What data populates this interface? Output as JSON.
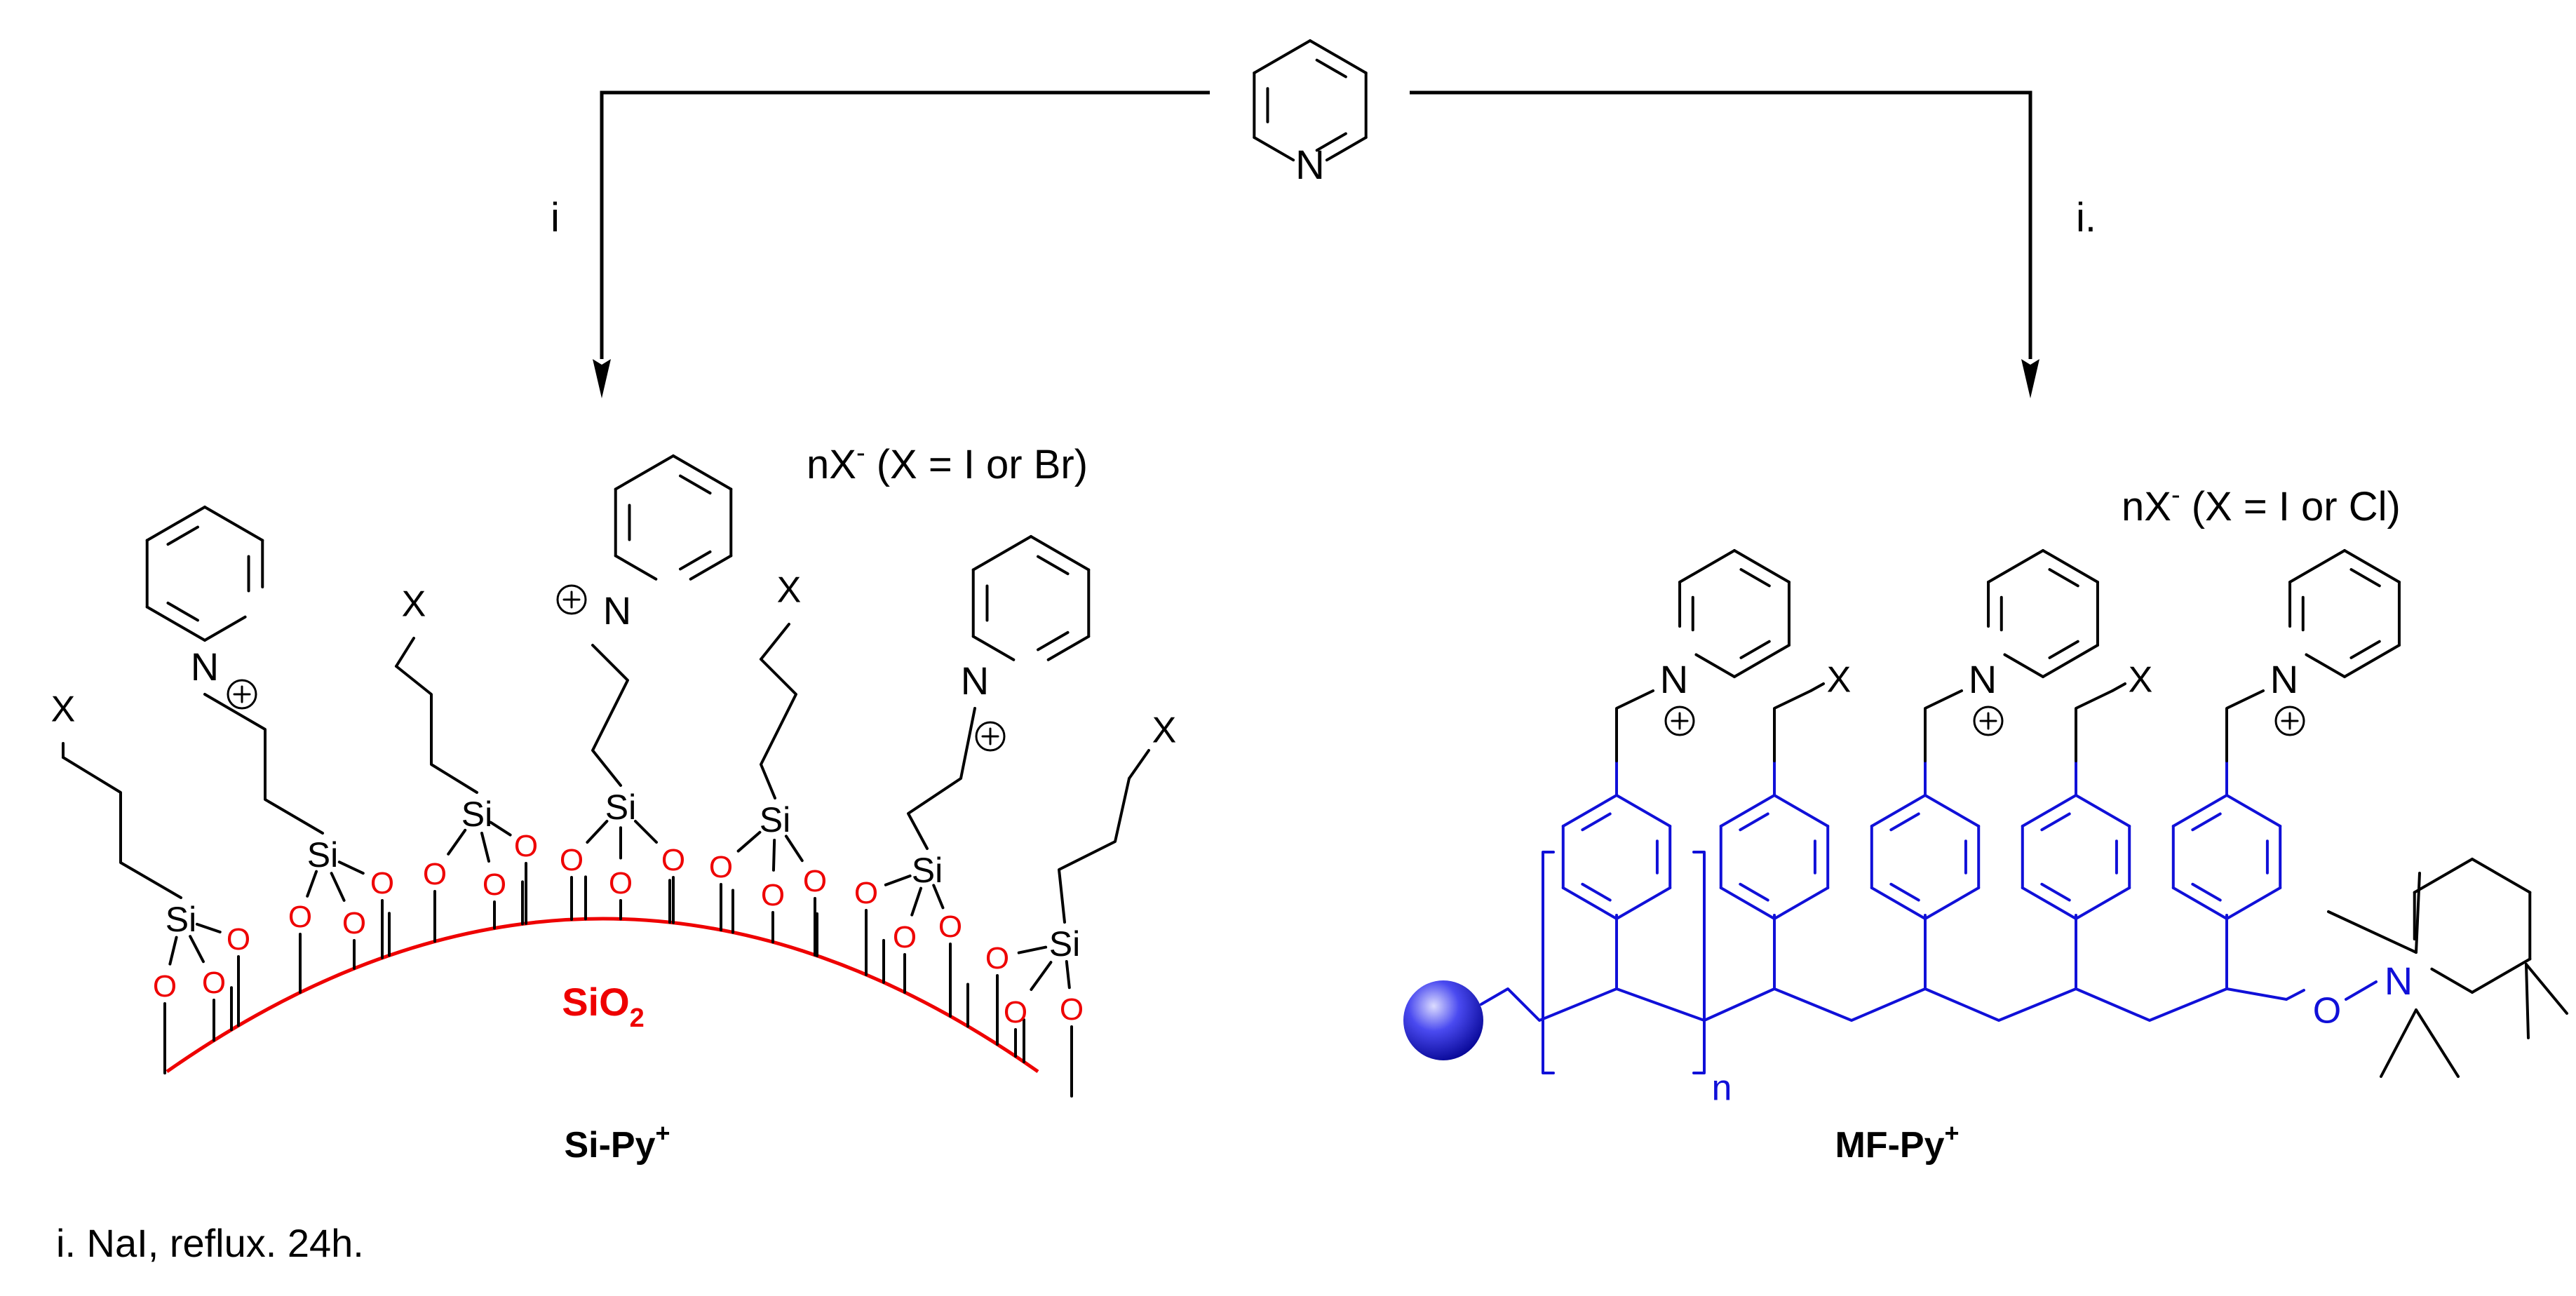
{
  "colors": {
    "bond": "#000000",
    "silica": "#ee0000",
    "polymer": "#1010d8",
    "background": "#ffffff"
  },
  "reagent": {
    "atom_N": "N"
  },
  "arrows": {
    "left_label": "i",
    "right_label": "i."
  },
  "silica": {
    "counterion_base": "nX",
    "counterion_sup": "-",
    "counterion_rest": " (X = I or Br)",
    "support_main": "SiO",
    "support_sub": "2",
    "name_main": "Si-Py",
    "name_sup": "+",
    "atom_Si": "Si",
    "atom_O": "O",
    "atom_N": "N",
    "atom_X": "X",
    "charge": "+"
  },
  "resin": {
    "counterion_base": "nX",
    "counterion_sup": "-",
    "counterion_rest": " (X = I or Cl)",
    "name_main": "MF-Py",
    "name_sup": "+",
    "atom_N": "N",
    "atom_X": "X",
    "atom_O": "O",
    "charge": "+",
    "repeat_index": "n"
  },
  "footnote": "i. NaI, reflux. 24h.",
  "icons": [
    "resin-bead-icon",
    "pyridine-ring-icon",
    "pyridinium-ring-icon",
    "benzene-ring-icon",
    "tempo-ring-icon"
  ]
}
